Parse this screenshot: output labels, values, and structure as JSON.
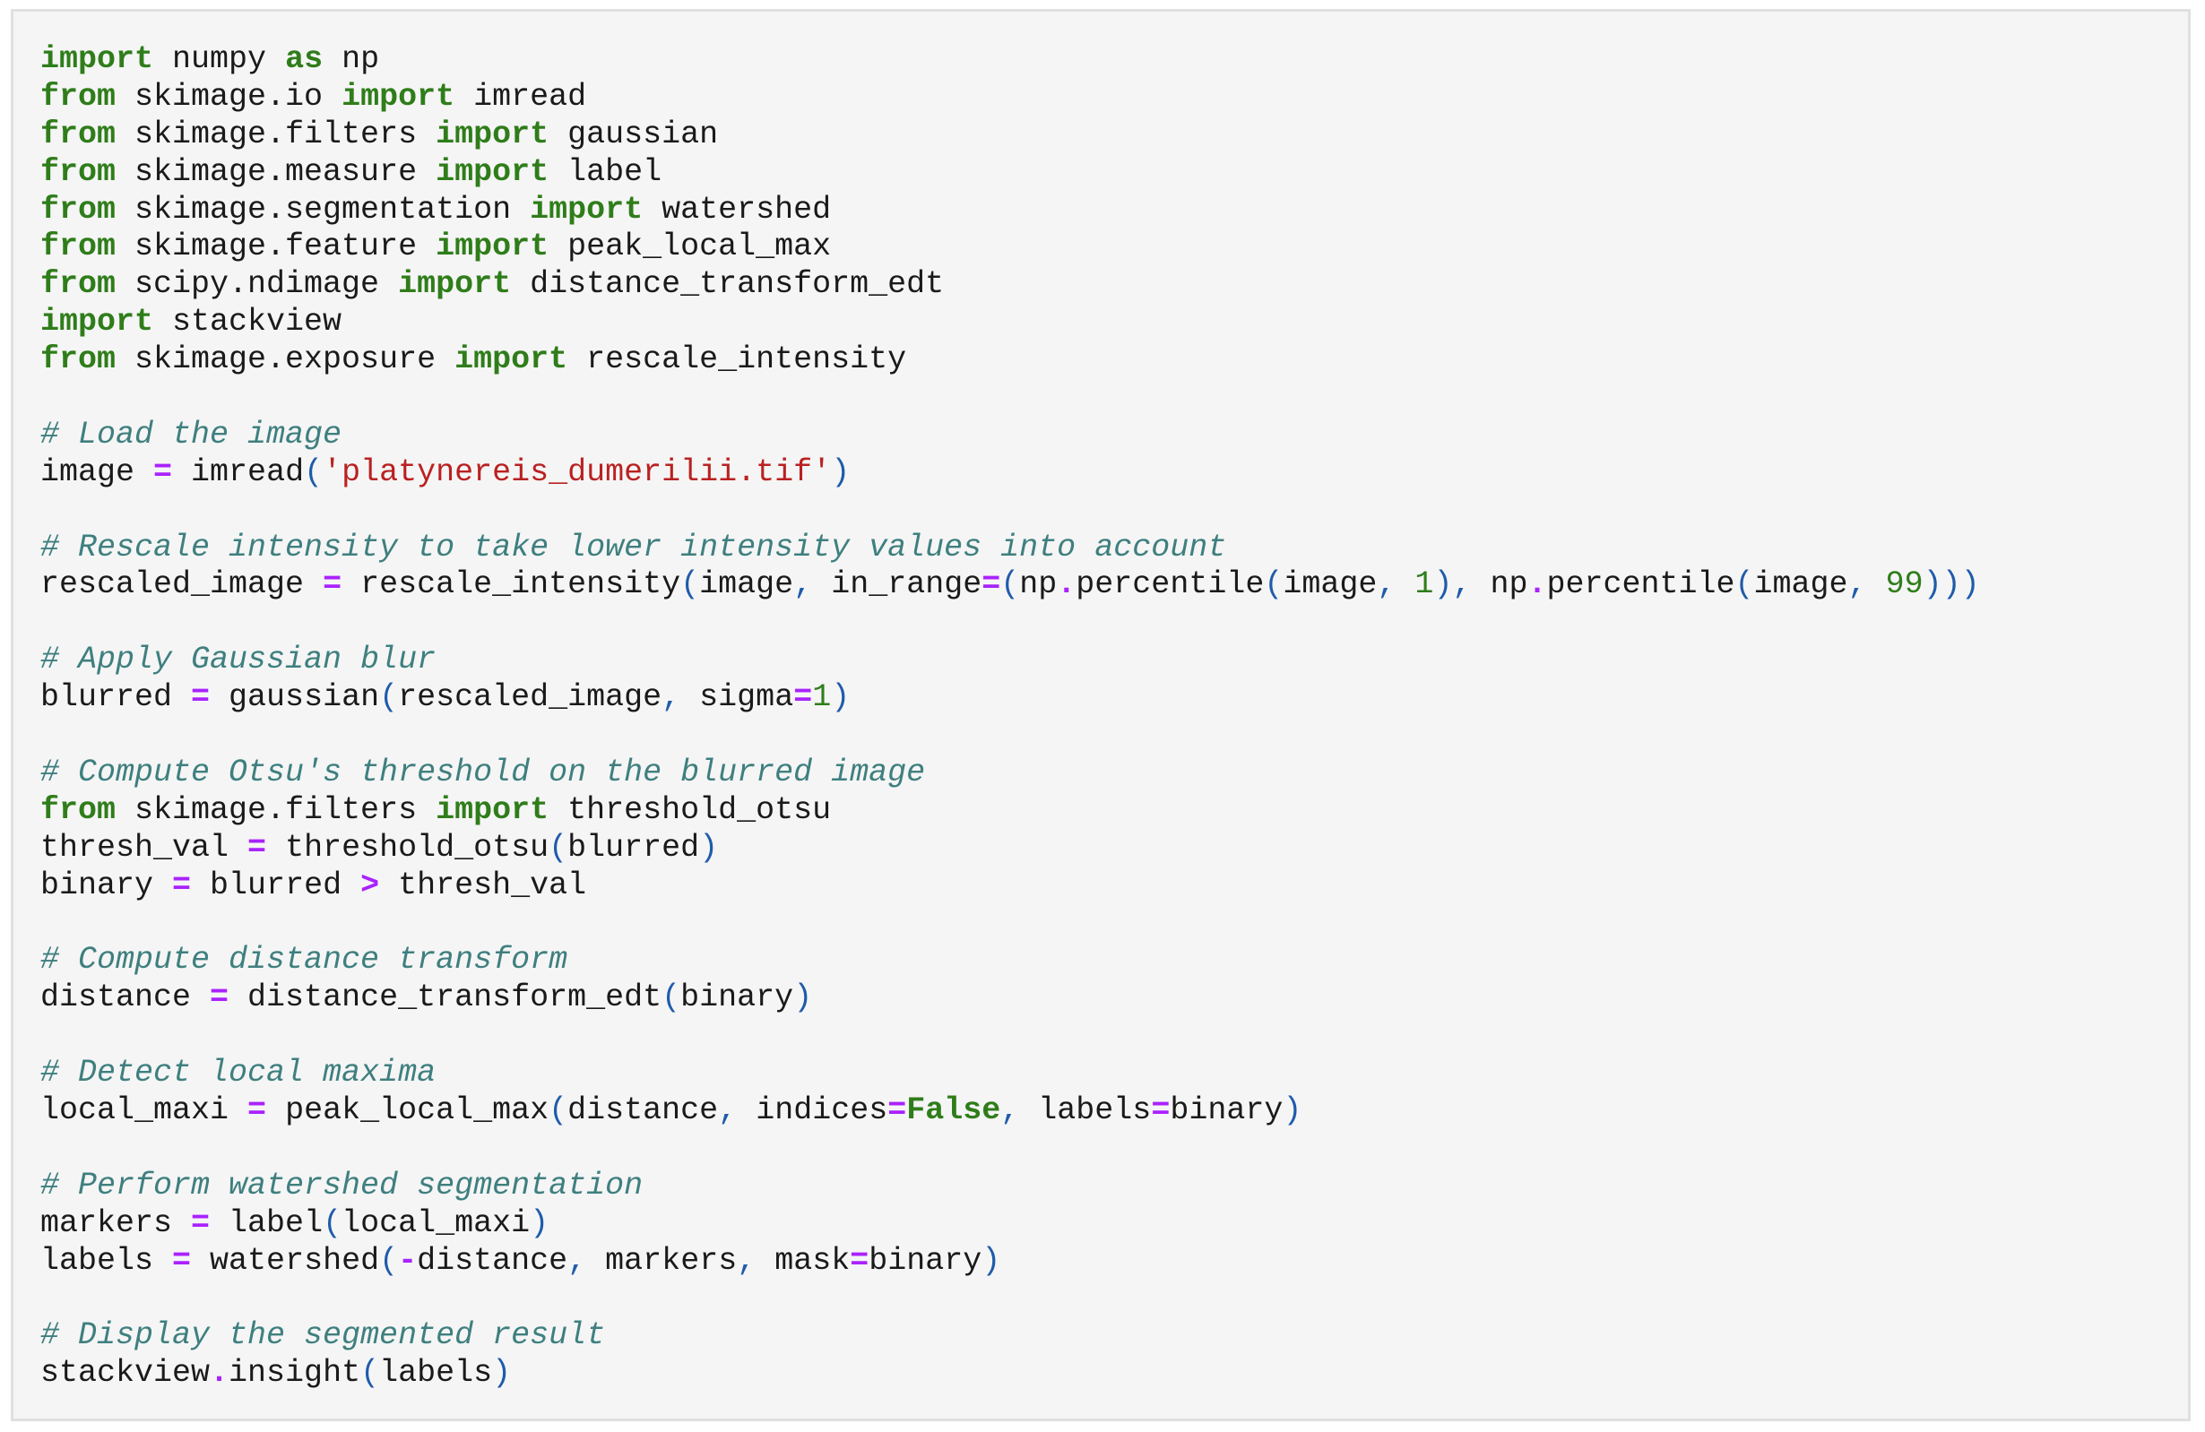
{
  "code_cell": {
    "lines": [
      [
        [
          "k",
          "import"
        ],
        [
          "n",
          " numpy "
        ],
        [
          "k",
          "as"
        ],
        [
          "n",
          " np"
        ]
      ],
      [
        [
          "k",
          "from"
        ],
        [
          "n",
          " skimage.io "
        ],
        [
          "k",
          "import"
        ],
        [
          "n",
          " imread"
        ]
      ],
      [
        [
          "k",
          "from"
        ],
        [
          "n",
          " skimage.filters "
        ],
        [
          "k",
          "import"
        ],
        [
          "n",
          " gaussian"
        ]
      ],
      [
        [
          "k",
          "from"
        ],
        [
          "n",
          " skimage.measure "
        ],
        [
          "k",
          "import"
        ],
        [
          "n",
          " label"
        ]
      ],
      [
        [
          "k",
          "from"
        ],
        [
          "n",
          " skimage.segmentation "
        ],
        [
          "k",
          "import"
        ],
        [
          "n",
          " watershed"
        ]
      ],
      [
        [
          "k",
          "from"
        ],
        [
          "n",
          " skimage.feature "
        ],
        [
          "k",
          "import"
        ],
        [
          "n",
          " peak_local_max"
        ]
      ],
      [
        [
          "k",
          "from"
        ],
        [
          "n",
          " scipy.ndimage "
        ],
        [
          "k",
          "import"
        ],
        [
          "n",
          " distance_transform_edt"
        ]
      ],
      [
        [
          "k",
          "import"
        ],
        [
          "n",
          " stackview"
        ]
      ],
      [
        [
          "k",
          "from"
        ],
        [
          "n",
          " skimage.exposure "
        ],
        [
          "k",
          "import"
        ],
        [
          "n",
          " rescale_intensity"
        ]
      ],
      [],
      [
        [
          "c",
          "# Load the image"
        ]
      ],
      [
        [
          "n",
          "image "
        ],
        [
          "o",
          "="
        ],
        [
          "n",
          " imread"
        ],
        [
          "p",
          "("
        ],
        [
          "s",
          "'platynereis_dumerilii.tif'"
        ],
        [
          "p",
          ")"
        ]
      ],
      [],
      [
        [
          "c",
          "# Rescale intensity to take lower intensity values into account"
        ]
      ],
      [
        [
          "n",
          "rescaled_image "
        ],
        [
          "o",
          "="
        ],
        [
          "n",
          " rescale_intensity"
        ],
        [
          "p",
          "("
        ],
        [
          "n",
          "image"
        ],
        [
          "p",
          ","
        ],
        [
          "n",
          " in_range"
        ],
        [
          "o",
          "="
        ],
        [
          "p",
          "("
        ],
        [
          "n",
          "np"
        ],
        [
          "o",
          "."
        ],
        [
          "n",
          "percentile"
        ],
        [
          "p",
          "("
        ],
        [
          "n",
          "image"
        ],
        [
          "p",
          ","
        ],
        [
          "n",
          " "
        ],
        [
          "m",
          "1"
        ],
        [
          "p",
          "),"
        ],
        [
          "n",
          " np"
        ],
        [
          "o",
          "."
        ],
        [
          "n",
          "percentile"
        ],
        [
          "p",
          "("
        ],
        [
          "n",
          "image"
        ],
        [
          "p",
          ","
        ],
        [
          "n",
          " "
        ],
        [
          "m",
          "99"
        ],
        [
          "p",
          ")))"
        ]
      ],
      [],
      [
        [
          "c",
          "# Apply Gaussian blur"
        ]
      ],
      [
        [
          "n",
          "blurred "
        ],
        [
          "o",
          "="
        ],
        [
          "n",
          " gaussian"
        ],
        [
          "p",
          "("
        ],
        [
          "n",
          "rescaled_image"
        ],
        [
          "p",
          ","
        ],
        [
          "n",
          " sigma"
        ],
        [
          "o",
          "="
        ],
        [
          "m",
          "1"
        ],
        [
          "p",
          ")"
        ]
      ],
      [],
      [
        [
          "c",
          "# Compute Otsu's threshold on the blurred image"
        ]
      ],
      [
        [
          "k",
          "from"
        ],
        [
          "n",
          " skimage.filters "
        ],
        [
          "k",
          "import"
        ],
        [
          "n",
          " threshold_otsu"
        ]
      ],
      [
        [
          "n",
          "thresh_val "
        ],
        [
          "o",
          "="
        ],
        [
          "n",
          " threshold_otsu"
        ],
        [
          "p",
          "("
        ],
        [
          "n",
          "blurred"
        ],
        [
          "p",
          ")"
        ]
      ],
      [
        [
          "n",
          "binary "
        ],
        [
          "o",
          "="
        ],
        [
          "n",
          " blurred "
        ],
        [
          "o",
          ">"
        ],
        [
          "n",
          " thresh_val"
        ]
      ],
      [],
      [
        [
          "c",
          "# Compute distance transform"
        ]
      ],
      [
        [
          "n",
          "distance "
        ],
        [
          "o",
          "="
        ],
        [
          "n",
          " distance_transform_edt"
        ],
        [
          "p",
          "("
        ],
        [
          "n",
          "binary"
        ],
        [
          "p",
          ")"
        ]
      ],
      [],
      [
        [
          "c",
          "# Detect local maxima"
        ]
      ],
      [
        [
          "n",
          "local_maxi "
        ],
        [
          "o",
          "="
        ],
        [
          "n",
          " peak_local_max"
        ],
        [
          "p",
          "("
        ],
        [
          "n",
          "distance"
        ],
        [
          "p",
          ","
        ],
        [
          "n",
          " indices"
        ],
        [
          "o",
          "="
        ],
        [
          "k",
          "False"
        ],
        [
          "p",
          ","
        ],
        [
          "n",
          " labels"
        ],
        [
          "o",
          "="
        ],
        [
          "n",
          "binary"
        ],
        [
          "p",
          ")"
        ]
      ],
      [],
      [
        [
          "c",
          "# Perform watershed segmentation"
        ]
      ],
      [
        [
          "n",
          "markers "
        ],
        [
          "o",
          "="
        ],
        [
          "n",
          " label"
        ],
        [
          "p",
          "("
        ],
        [
          "n",
          "local_maxi"
        ],
        [
          "p",
          ")"
        ]
      ],
      [
        [
          "n",
          "labels "
        ],
        [
          "o",
          "="
        ],
        [
          "n",
          " watershed"
        ],
        [
          "p",
          "("
        ],
        [
          "o",
          "-"
        ],
        [
          "n",
          "distance"
        ],
        [
          "p",
          ","
        ],
        [
          "n",
          " markers"
        ],
        [
          "p",
          ","
        ],
        [
          "n",
          " mask"
        ],
        [
          "o",
          "="
        ],
        [
          "n",
          "binary"
        ],
        [
          "p",
          ")"
        ]
      ],
      [],
      [
        [
          "c",
          "# Display the segmented result"
        ]
      ],
      [
        [
          "n",
          "stackview"
        ],
        [
          "o",
          "."
        ],
        [
          "n",
          "insight"
        ],
        [
          "p",
          "("
        ],
        [
          "n",
          "labels"
        ],
        [
          "p",
          ")"
        ]
      ]
    ]
  }
}
